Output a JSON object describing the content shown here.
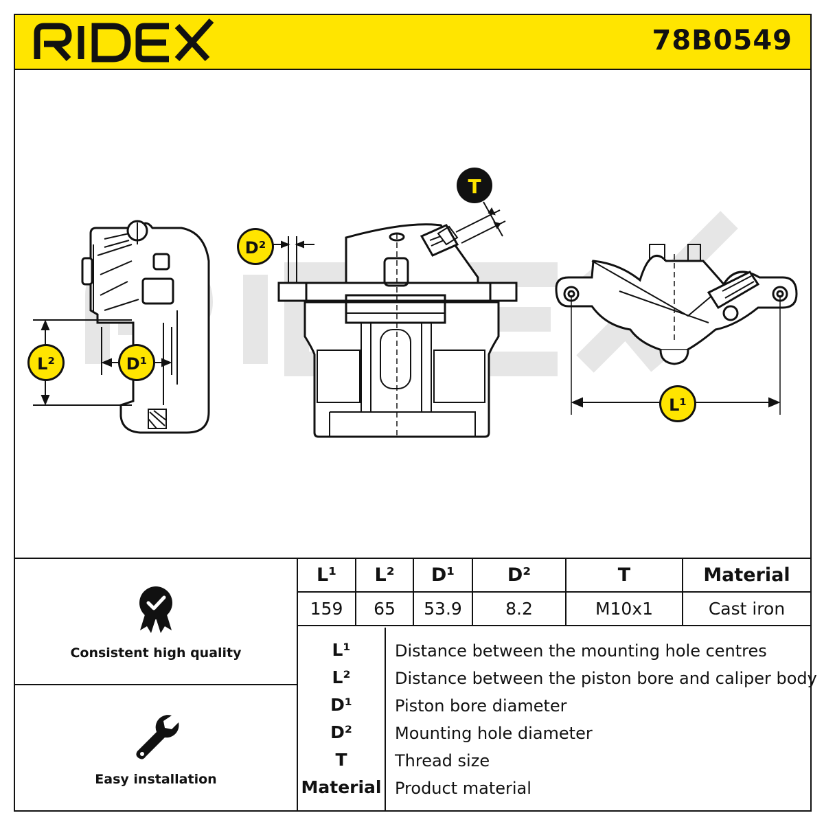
{
  "header": {
    "brand": "RIDEX",
    "part_number": "78B0549"
  },
  "markers": {
    "t": "T",
    "d2": "D²",
    "l2": "L²",
    "d1": "D¹",
    "l1": "L¹"
  },
  "features": [
    {
      "label": "Consistent high quality",
      "icon": "quality-badge-icon"
    },
    {
      "label": "Easy installation",
      "icon": "wrench-icon"
    }
  ],
  "specs": {
    "headers": [
      "L¹",
      "L²",
      "D¹",
      "D²",
      "T",
      "Material"
    ],
    "values": [
      "159",
      "65",
      "53.9",
      "8.2",
      "M10x1",
      "Cast iron"
    ]
  },
  "legend": [
    {
      "abbr": "L¹",
      "desc": "Distance between the mounting hole centres"
    },
    {
      "abbr": "L²",
      "desc": "Distance between the piston bore and caliper body"
    },
    {
      "abbr": "D¹",
      "desc": "Piston bore diameter"
    },
    {
      "abbr": "D²",
      "desc": "Mounting hole diameter"
    },
    {
      "abbr": "T",
      "desc": "Thread size"
    },
    {
      "abbr": "Material",
      "desc": "Product material"
    }
  ],
  "colors": {
    "header_bg": "#ffe500",
    "line": "#111111",
    "watermark": "#e6e6e6"
  }
}
